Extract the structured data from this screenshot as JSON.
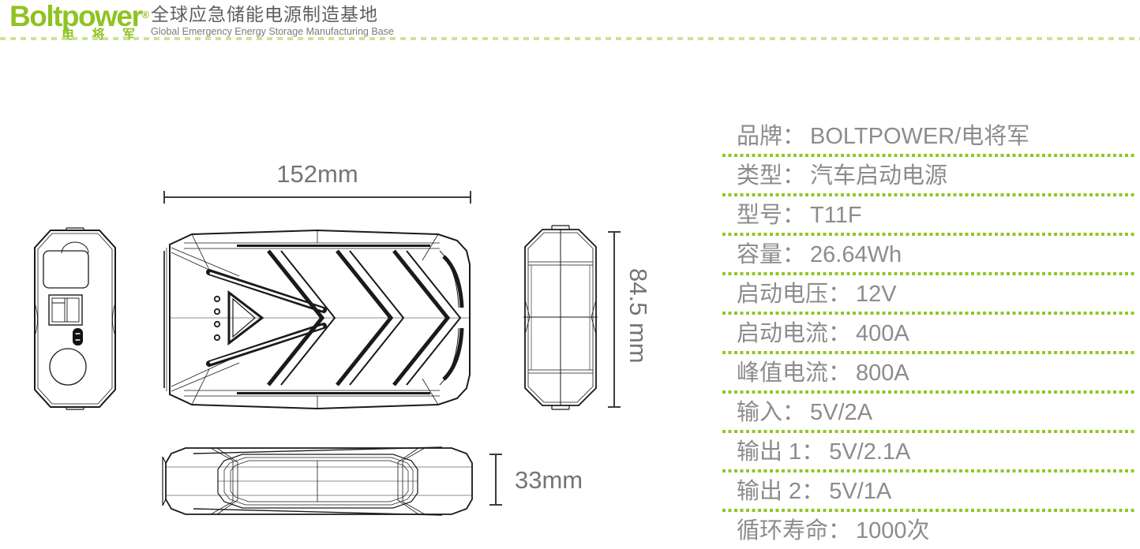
{
  "header": {
    "brand": "Boltpower",
    "registered": "®",
    "brand_cn": "电 将 军",
    "tagline_cn": "全球应急储能电源制造基地",
    "tagline_en": "Global Emergency Energy Storage Manufacturing Base"
  },
  "dimensions": {
    "width": "152mm",
    "height": "84.5 mm",
    "thickness": "33mm"
  },
  "specs": {
    "colon": "：",
    "rows": [
      {
        "label": "品牌",
        "value": "BOLTPOWER/电将军"
      },
      {
        "label": "类型",
        "value": "汽车启动电源"
      },
      {
        "label": "型号",
        "value": "T11F"
      },
      {
        "label": "容量",
        "value": "26.64Wh"
      },
      {
        "label": "启动电压",
        "value": "12V"
      },
      {
        "label": "启动电流",
        "value": "400A"
      },
      {
        "label": "峰值电流",
        "value": "800A"
      },
      {
        "label": "输入",
        "value": "5V/2A"
      },
      {
        "label": "输出 1",
        "value": "5V/2.1A"
      },
      {
        "label": "输出 2",
        "value": "5V/1A"
      },
      {
        "label": "循环寿命",
        "value": "1000次"
      }
    ]
  },
  "colors": {
    "brand_green": "#8FC320",
    "dot_green": "#93C525",
    "header_dash_green": "#CBE29B",
    "spec_text_gray": "#8C8C8C",
    "tagline_gray": "#605E5E",
    "dimension_gray": "#757575",
    "drawing_line": "#1A1A1A"
  }
}
